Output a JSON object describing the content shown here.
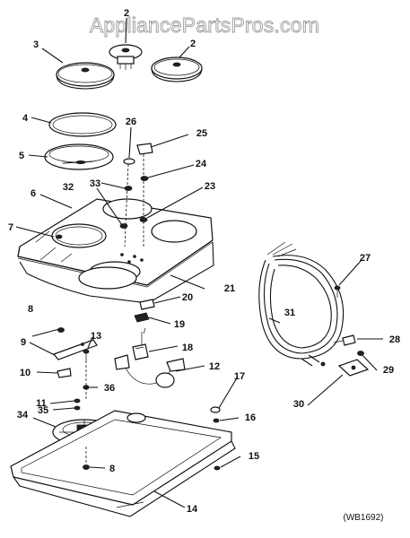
{
  "watermark": "AppliancePartsPros.com",
  "diagram_code": "(WB1692)",
  "callouts": [
    {
      "id": "c2a",
      "label": "2"
    },
    {
      "id": "c2b",
      "label": "2"
    },
    {
      "id": "c3",
      "label": "3"
    },
    {
      "id": "c4",
      "label": "4"
    },
    {
      "id": "c5",
      "label": "5"
    },
    {
      "id": "c6",
      "label": "6"
    },
    {
      "id": "c7",
      "label": "7"
    },
    {
      "id": "c8a",
      "label": "8"
    },
    {
      "id": "c8b",
      "label": "8"
    },
    {
      "id": "c9",
      "label": "9"
    },
    {
      "id": "c10",
      "label": "10"
    },
    {
      "id": "c11",
      "label": "11"
    },
    {
      "id": "c12",
      "label": "12"
    },
    {
      "id": "c13",
      "label": "13"
    },
    {
      "id": "c14",
      "label": "14"
    },
    {
      "id": "c15",
      "label": "15"
    },
    {
      "id": "c16",
      "label": "16"
    },
    {
      "id": "c17",
      "label": "17"
    },
    {
      "id": "c18",
      "label": "18"
    },
    {
      "id": "c19",
      "label": "19"
    },
    {
      "id": "c20",
      "label": "20"
    },
    {
      "id": "c21",
      "label": "21"
    },
    {
      "id": "c23",
      "label": "23"
    },
    {
      "id": "c24",
      "label": "24"
    },
    {
      "id": "c25",
      "label": "25"
    },
    {
      "id": "c26",
      "label": "26"
    },
    {
      "id": "c27",
      "label": "27"
    },
    {
      "id": "c28",
      "label": "28"
    },
    {
      "id": "c29",
      "label": "29"
    },
    {
      "id": "c30",
      "label": "30"
    },
    {
      "id": "c31",
      "label": "31"
    },
    {
      "id": "c32",
      "label": "32"
    },
    {
      "id": "c33",
      "label": "33"
    },
    {
      "id": "c34",
      "label": "34"
    },
    {
      "id": "c35",
      "label": "35"
    },
    {
      "id": "c36",
      "label": "36"
    }
  ]
}
